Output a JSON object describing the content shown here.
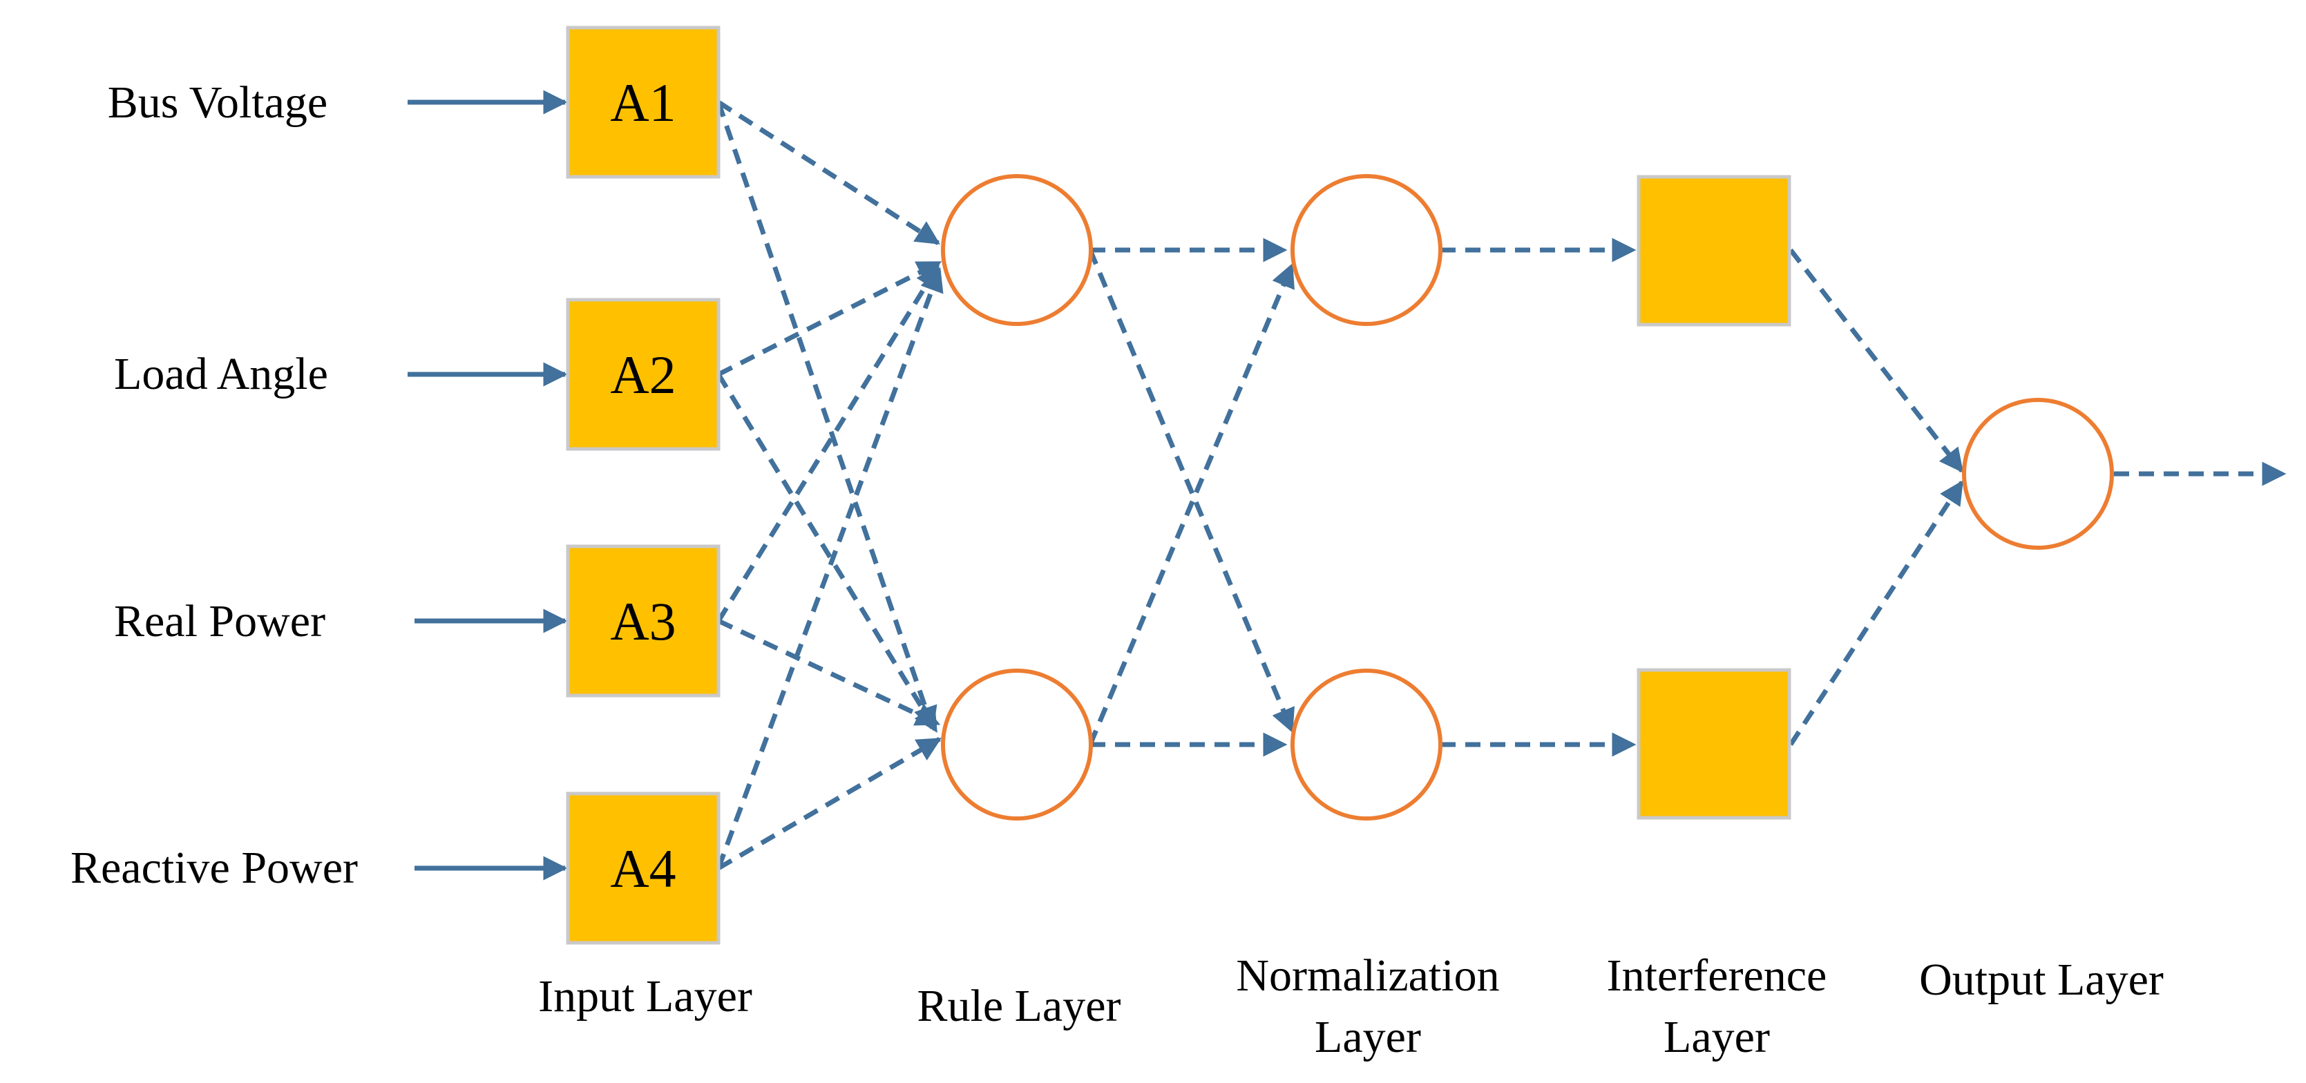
{
  "inputs": [
    {
      "label": "Bus Voltage",
      "node": "A1"
    },
    {
      "label": "Load Angle",
      "node": "A2"
    },
    {
      "label": "Real Power",
      "node": "A3"
    },
    {
      "label": "Reactive Power",
      "node": "A4"
    }
  ],
  "layers": {
    "input": [
      "Input Layer"
    ],
    "rule": [
      "Rule Layer"
    ],
    "normalization": [
      "Normalization",
      "Layer"
    ],
    "interference": [
      "Interference",
      "Layer"
    ],
    "output": [
      "Output Layer"
    ]
  },
  "colors": {
    "square_fill": "#FFC000",
    "square_border": "#C9C9C9",
    "circle_stroke": "#ED7D31",
    "arrow": "#41719C"
  }
}
